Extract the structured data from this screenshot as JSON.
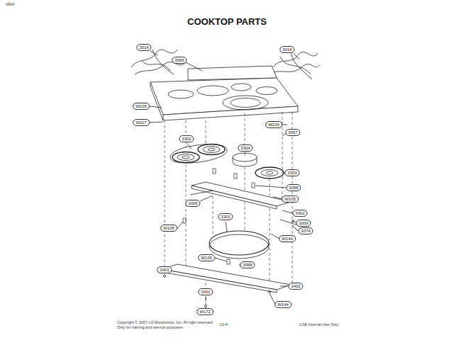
{
  "diagram": {
    "title": "COOKTOP PARTS",
    "labels": [
      "MEW",
      "3014",
      "3016",
      "3056",
      "W226",
      "W227",
      "W226",
      "3057",
      "3302",
      "3304",
      "3303",
      "3058",
      "W105",
      "3006",
      "3402",
      "3009",
      "3301",
      "3074",
      "W105",
      "W144",
      "W105",
      "3058",
      "3401",
      "3402",
      "3401",
      "W144",
      "W172",
      "Copyright © 2007 LG Electronics, Inc. All right reserved.",
      "Only for training and service purposes",
      "-10-4-",
      "LGE Internal Use Only"
    ]
  }
}
